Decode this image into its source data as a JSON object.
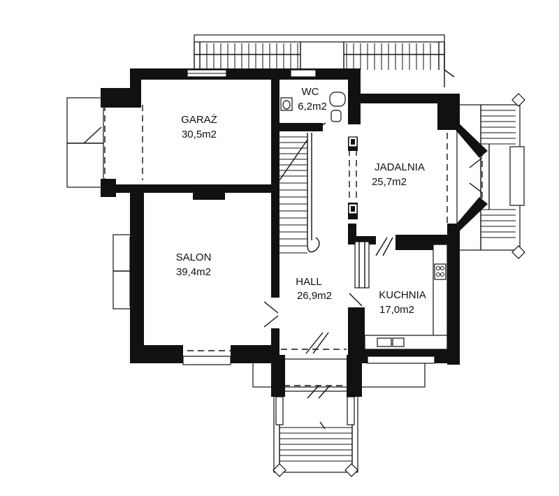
{
  "rooms": {
    "garaz": {
      "name": "GARAŻ",
      "area": "30,5m2"
    },
    "wc": {
      "name": "WC",
      "area": "6,2m2"
    },
    "jadalnia": {
      "name": "JADALNIA",
      "area": "25,7m2"
    },
    "salon": {
      "name": "SALON",
      "area": "39,4m2"
    },
    "hall": {
      "name": "HALL",
      "area": "26,9m2"
    },
    "kuchnia": {
      "name": "KUCHNIA",
      "area": "17,0m2"
    }
  },
  "colors": {
    "wall": "#111111",
    "background": "#ffffff"
  }
}
